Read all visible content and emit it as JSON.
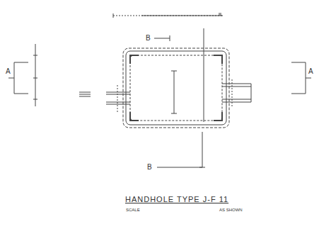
{
  "diagram": {
    "title": "HANDHOLE TYPE J-F 11",
    "labels": [
      "A",
      "A",
      "B",
      "B",
      "SCALE",
      "AS SHOWN"
    ]
  }
}
